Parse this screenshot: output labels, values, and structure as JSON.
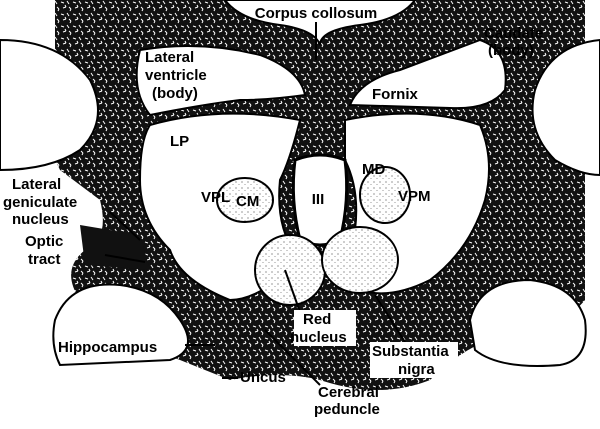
{
  "title": "Corpus collosum",
  "labels": {
    "lateral_ventricle": [
      "Lateral",
      "ventricle",
      "(body)"
    ],
    "caudate": [
      "Caudate",
      "(body)"
    ],
    "fornix": "Fornix",
    "lp": "LP",
    "md": "MD",
    "vpl": "VPL",
    "cm": "CM",
    "third_ventricle": "III",
    "vpm": "VPM",
    "lateral_geniculate": [
      "Lateral",
      "geniculate",
      "nucleus"
    ],
    "optic_tract": [
      "Optic",
      "tract"
    ],
    "red_nucleus": [
      "Red",
      "nucleus"
    ],
    "substantia_nigra": [
      "Substantia",
      "nigra"
    ],
    "hippocampus": "Hippocampus",
    "uncus": "Uncus",
    "cerebral_peduncle": [
      "Cerebral",
      "peduncle"
    ]
  },
  "colors": {
    "tissue_dark": "#111111",
    "tissue_light": "#ffffff",
    "ink": "#000000"
  }
}
